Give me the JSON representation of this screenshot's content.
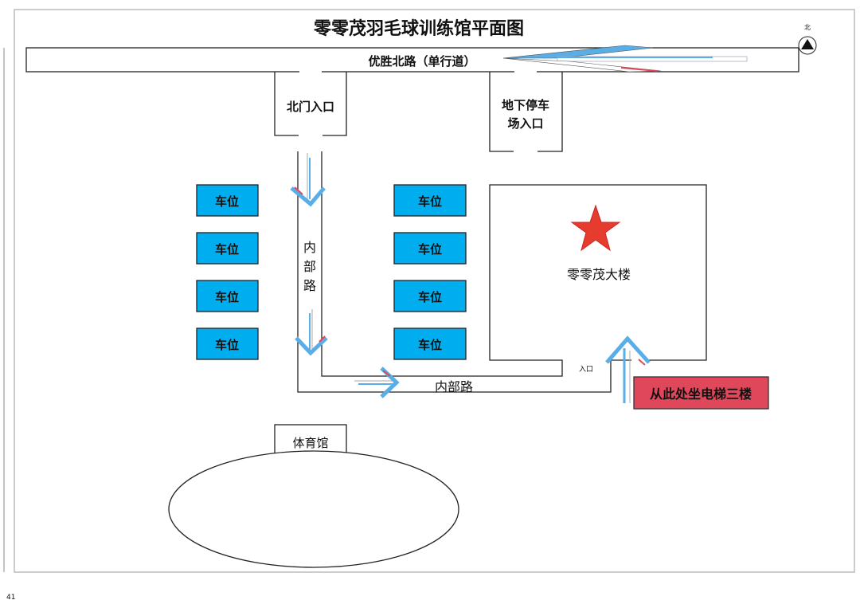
{
  "title": "零零茂羽毛球训练馆平面图",
  "north_label": "北",
  "road_top": "优胜北路（单行道）",
  "north_gate": "北门入口",
  "underground_parking": [
    "地下停车",
    "场入口"
  ],
  "parking_left": [
    "车位",
    "车位",
    "车位",
    "车位"
  ],
  "parking_right": [
    "车位",
    "车位",
    "车位",
    "车位"
  ],
  "internal_road_vertical": [
    "内",
    "部",
    "路"
  ],
  "internal_road_horizontal": "内部路",
  "building": "零零茂大楼",
  "entrance": "入口",
  "elevator_note": "从此处坐电梯三楼",
  "gym": "体育馆",
  "page_number": "41",
  "colors": {
    "parking": "#00aeef",
    "note": "#e0475a",
    "arrow": "#5aaee8",
    "star": "#e53c2e"
  }
}
